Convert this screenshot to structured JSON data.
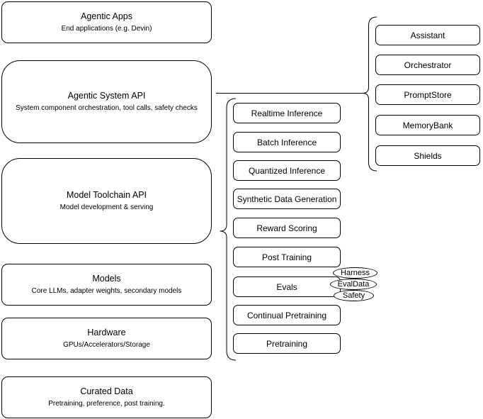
{
  "diagram": {
    "stack": [
      {
        "title": "Agentic Apps",
        "subtitle": "End applications (e.g. Devin)"
      },
      {
        "title": "Agentic System API",
        "subtitle": "System component orchestration, tool calls, safety checks"
      },
      {
        "title": "Model Toolchain API",
        "subtitle": "Model development & serving"
      },
      {
        "title": "Models",
        "subtitle": "Core LLMs, adapter weights, secondary models"
      },
      {
        "title": "Hardware",
        "subtitle": "GPUs/Accelerators/Storage"
      },
      {
        "title": "Curated Data",
        "subtitle": "Pretraining, preference, post training."
      }
    ],
    "toolchain_items": [
      "Realtime Inference",
      "Batch Inference",
      "Quantized Inference",
      "Synthetic Data Generation",
      "Reward Scoring",
      "Post Training",
      "Evals",
      "Continual Pretraining",
      "Pretraining"
    ],
    "evals_tags": [
      "Harness",
      "EvalData",
      "Safety"
    ],
    "system_components": [
      "Assistant",
      "Orchestrator",
      "PromptStore",
      "MemoryBank",
      "Shields"
    ],
    "colors": {
      "stroke": "#000000",
      "fill": "#ffffff",
      "text": "#000000",
      "background": "#ffffff"
    }
  }
}
